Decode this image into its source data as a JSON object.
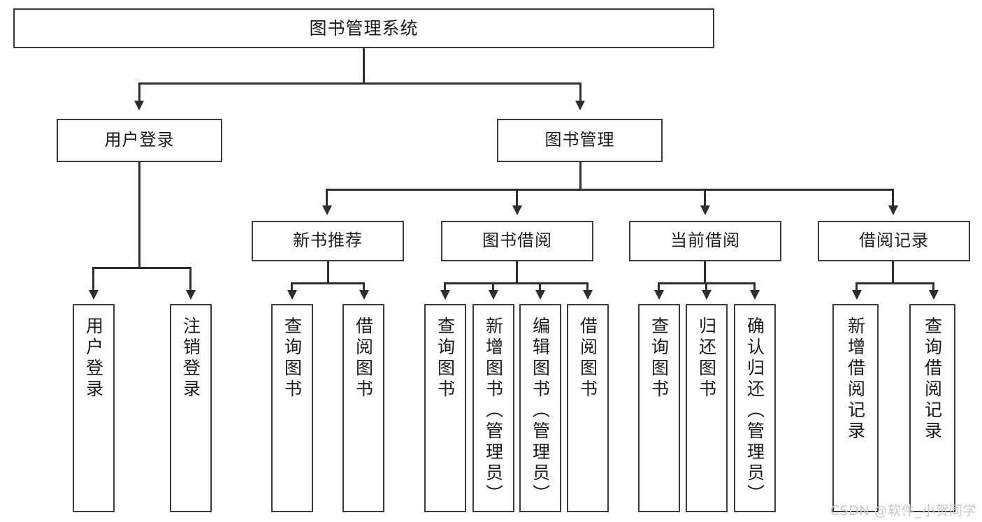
{
  "diagram": {
    "type": "tree",
    "title": "图书管理系统",
    "watermark": "CSDN @软件_小贺同学",
    "levels": {
      "root": {
        "label": "图书管理系统"
      },
      "level2": [
        {
          "id": "user-login",
          "label": "用户登录"
        },
        {
          "id": "book-management",
          "label": "图书管理"
        }
      ],
      "level3": [
        {
          "id": "new-book-recommend",
          "label": "新书推荐"
        },
        {
          "id": "book-borrow",
          "label": "图书借阅"
        },
        {
          "id": "current-borrow",
          "label": "当前借阅"
        },
        {
          "id": "borrow-record",
          "label": "借阅记录"
        }
      ],
      "leaves": [
        {
          "id": "leaf-user-login",
          "parent": "user-login",
          "label": "用户登录"
        },
        {
          "id": "leaf-logout",
          "parent": "user-login",
          "label": "注销登录"
        },
        {
          "id": "leaf-query-book-1",
          "parent": "new-book-recommend",
          "label": "查询图书"
        },
        {
          "id": "leaf-borrow-book-1",
          "parent": "new-book-recommend",
          "label": "借阅图书"
        },
        {
          "id": "leaf-query-book-2",
          "parent": "book-borrow",
          "label": "查询图书"
        },
        {
          "id": "leaf-add-book-admin",
          "parent": "book-borrow",
          "label": "新增图书（管理员）"
        },
        {
          "id": "leaf-edit-book-admin",
          "parent": "book-borrow",
          "label": "编辑图书（管理员）"
        },
        {
          "id": "leaf-borrow-book-2",
          "parent": "book-borrow",
          "label": "借阅图书"
        },
        {
          "id": "leaf-query-book-3",
          "parent": "current-borrow",
          "label": "查询图书"
        },
        {
          "id": "leaf-return-book",
          "parent": "current-borrow",
          "label": "归还图书"
        },
        {
          "id": "leaf-confirm-return-admin",
          "parent": "current-borrow",
          "label": "确认归还（管理员）"
        },
        {
          "id": "leaf-add-record",
          "parent": "borrow-record",
          "label": "新增借阅记录"
        },
        {
          "id": "leaf-query-record",
          "parent": "borrow-record",
          "label": "查询借阅记录"
        }
      ]
    },
    "colors": {
      "stroke": "#3b3b3b",
      "connector": "#2e2e2e",
      "background": "#ffffff",
      "text": "#1a1a1a",
      "watermark": "#c7c7c7"
    }
  }
}
